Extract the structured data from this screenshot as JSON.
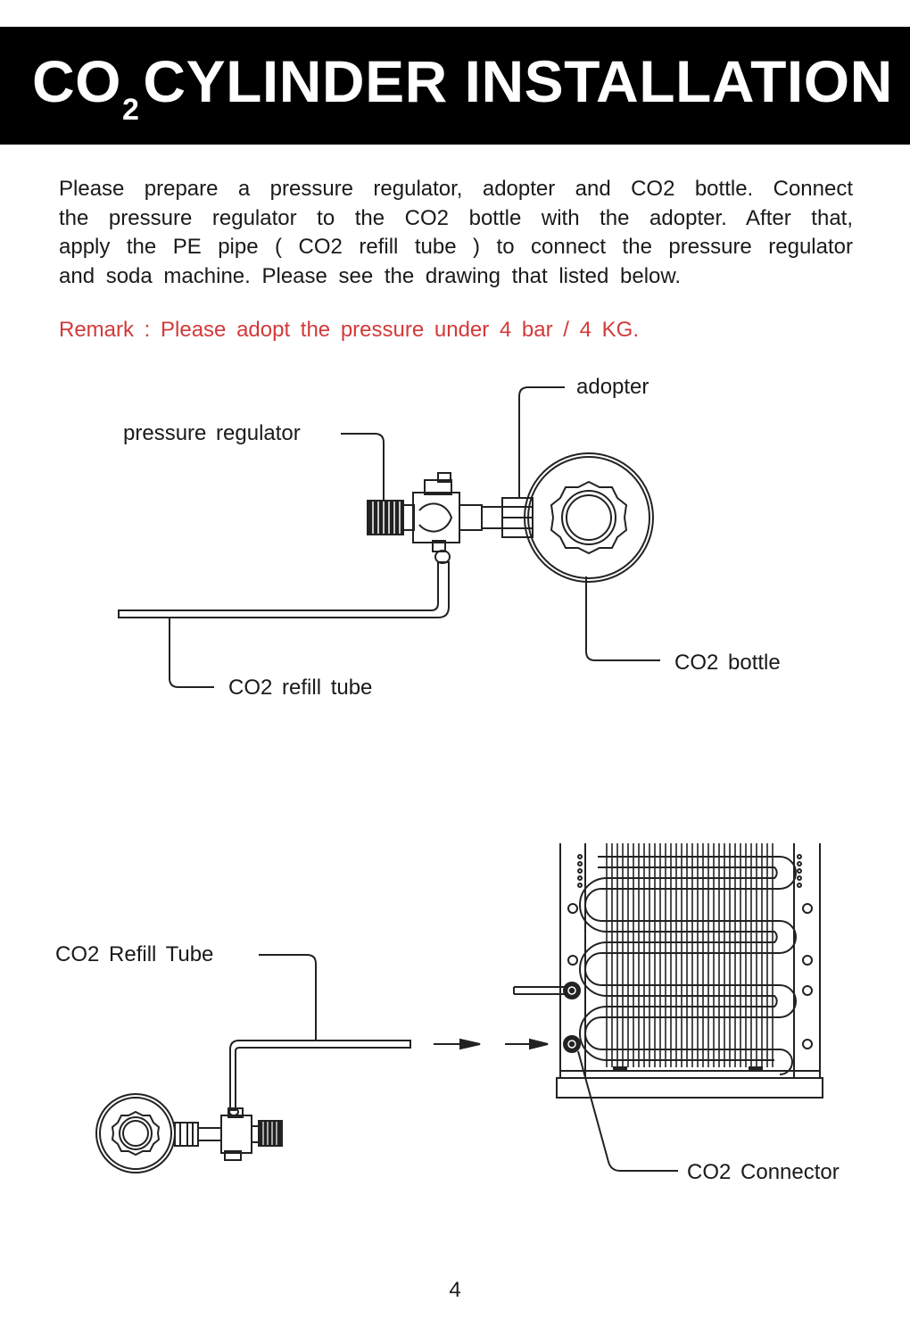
{
  "header": {
    "title_prefix": "CO",
    "title_subscript": "2",
    "title_rest": "CYLINDER INSTALLATION"
  },
  "intro": {
    "lines": [
      "Please prepare a pressure regulator, adopter and CO2 bottle. Connect",
      "the pressure regulator to the CO2 bottle with the adopter. After that,",
      "apply the PE pipe ( CO2 refill tube ) to connect the pressure regulator",
      "and soda machine. Please see the drawing that listed below."
    ]
  },
  "remark": "Remark : Please adopt the pressure under 4 bar / 4 KG.",
  "diagram1": {
    "labels": {
      "adopter": "adopter",
      "pressure_regulator": "pressure regulator",
      "co2_bottle": "CO2 bottle",
      "co2_refill_tube": "CO2 refill tube"
    }
  },
  "diagram2": {
    "labels": {
      "co2_refill_tube": "CO2 Refill Tube",
      "co2_connector": "CO2 Connector"
    }
  },
  "page_number": "4",
  "colors": {
    "header_bg": "#000000",
    "header_text": "#ffffff",
    "remark": "#d23a3a",
    "line_art": "#222222"
  }
}
